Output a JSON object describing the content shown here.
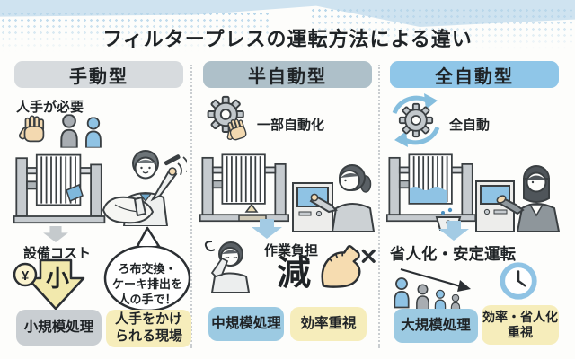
{
  "title": "フィルタープレスの運転方法による違い",
  "columns": [
    {
      "header": "手動型",
      "feature": "人手が必要",
      "cost_title": "設備コスト",
      "cost_arrow_label": "小",
      "yen_symbol": "¥",
      "bubble_text": "ろ布交換・\nケーキ排出を\n人の手で！",
      "tag_scale": "小規模処理",
      "tag_focus": "人手をかけ\nられる現場"
    },
    {
      "header": "半自動型",
      "feature": "一部自動化",
      "benefit_title": "作業負担",
      "benefit_emphasis": "減",
      "tag_scale": "中規模処理",
      "tag_focus": "効率重視"
    },
    {
      "header": "全自動型",
      "feature": "全自動",
      "benefit_title": "省人化・安定運転",
      "tag_scale": "大規模処理",
      "tag_focus": "効率・省人化\n重視"
    }
  ],
  "icons": {
    "hand-icon": "open palm",
    "workers-icon": "two person silhouettes",
    "gear-icon": "gear",
    "tapping-hand-icon": "hand tapping gear",
    "auto-cycle-icon": "gear with circular arrows",
    "filter-press-manual-illustration": "filter press with worker changing cloth",
    "filter-press-semi-illustration": "filter press with operator at control panel",
    "filter-press-full-illustration": "automatic filter press with engineer",
    "down-arrow-icon": "▼",
    "cost-arrow-icon": "down arrow with ¥ coin",
    "speech-bubble": "balloon",
    "relieved-worker-icon": "worker wiping brow",
    "muscle-crossed-icon": "flexed arm with ×",
    "staff-reduction-icon": "shrinking people with arrow",
    "clock-icon": "clock"
  },
  "colors": {
    "top_band": "#cfe3f0",
    "header_manual": "#d7dbde",
    "header_semi": "#aec0c9",
    "header_full": "#8fc6e8",
    "tag_gray": "#c9ced2",
    "tag_blue": "#9ccae2",
    "tag_yellow": "#f6edbb",
    "cost_arrow_yellow": "#f2e9ad",
    "arrow_gray": "#c5cacd",
    "arrow_blue": "#a3cbe4",
    "machine_gray": "#c6cbcf",
    "screen_blue": "#8fc3e4",
    "text": "#1f2326"
  }
}
